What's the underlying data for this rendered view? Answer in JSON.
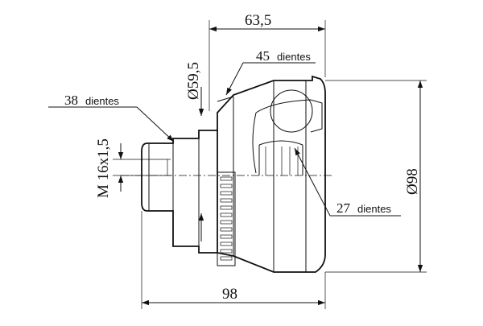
{
  "dimensions": {
    "top_length": "63,5",
    "bottom_length": "98",
    "diameter_shoulder": "Ø59,5",
    "diameter_outer": "Ø98",
    "thread": "M 16x1,5"
  },
  "callouts": {
    "teeth_abs": {
      "value": "45",
      "unit": "dientes"
    },
    "teeth_shaft": {
      "value": "38",
      "unit": "dientes"
    },
    "teeth_inner": {
      "value": "27",
      "unit": "dientes"
    }
  }
}
